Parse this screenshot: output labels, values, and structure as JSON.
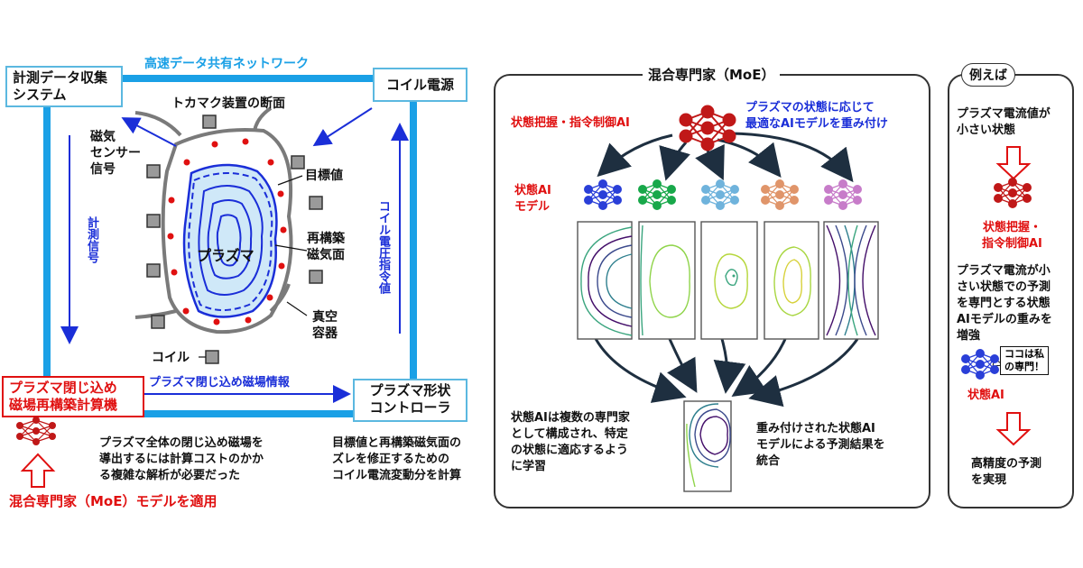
{
  "left": {
    "network_label": "高速データ共有ネットワーク",
    "box_measure": "計測データ収集\nシステム",
    "box_coil_power": "コイル電源",
    "box_reconstruct": "プラズマ閉じ込め\n磁場再構築計算機",
    "box_controller": "プラズマ形状\nコントローラ",
    "tokamak_title": "トカマク装置の断面",
    "sensor_label": "磁気\nセンサー\n信号",
    "target_label": "目標値",
    "recon_surface_label": "再構築\n磁気面",
    "plasma_label": "プラズマ",
    "vessel_label": "真空\n容器",
    "coil_label": "コイル",
    "measure_signal": "計測信号",
    "coil_voltage": "コイル電圧指令値",
    "flow_label": "プラズマ閉じ込め磁場情報",
    "note_cost": "プラズマ全体の閉じ込め磁場を\n導出するには計算コストのかか\nる複雑な解析が必要だった",
    "note_correct": "目標値と再構築磁気面の\nズレを修正するための\nコイル電流変動分を計算",
    "apply_moe": "混合専門家（MoE）モデルを適用"
  },
  "middle": {
    "title": "混合専門家（MoE）",
    "gating_label": "状態把握・指令制御AI",
    "weighting_note": "プラズマの状態に応じて\n最適なAIモデルを重み付け",
    "state_ai_label": "状態AI\nモデル",
    "left_note": "状態AIは複数の専門家\nとして構成され、特定\nの状態に適応するよう\nに学習",
    "right_note": "重み付けされた状態AI\nモデルによる予測結果を\n統合"
  },
  "right": {
    "title": "例えば",
    "state1": "プラズマ電流値が\n小さい状態",
    "gating": "状態把握・\n指令制御AI",
    "desc": "プラズマ電流が小\nさい状態での予測\nを専門とする状態\nAIモデルの重みを\n増強",
    "bubble": "ココは私\nの専門！",
    "state_ai": "状態AI",
    "result": "高精度の予測\nを実現"
  },
  "colors": {
    "frame_blue": "#1aa0e6",
    "arrow_blue": "#1a2ed8",
    "accent_red": "#e01010",
    "net_blue": "#2a3fd8",
    "net_green": "#18a84a",
    "net_lightblue": "#6fb3dc",
    "net_orange": "#e0956a",
    "net_purple": "#c77cc9"
  }
}
